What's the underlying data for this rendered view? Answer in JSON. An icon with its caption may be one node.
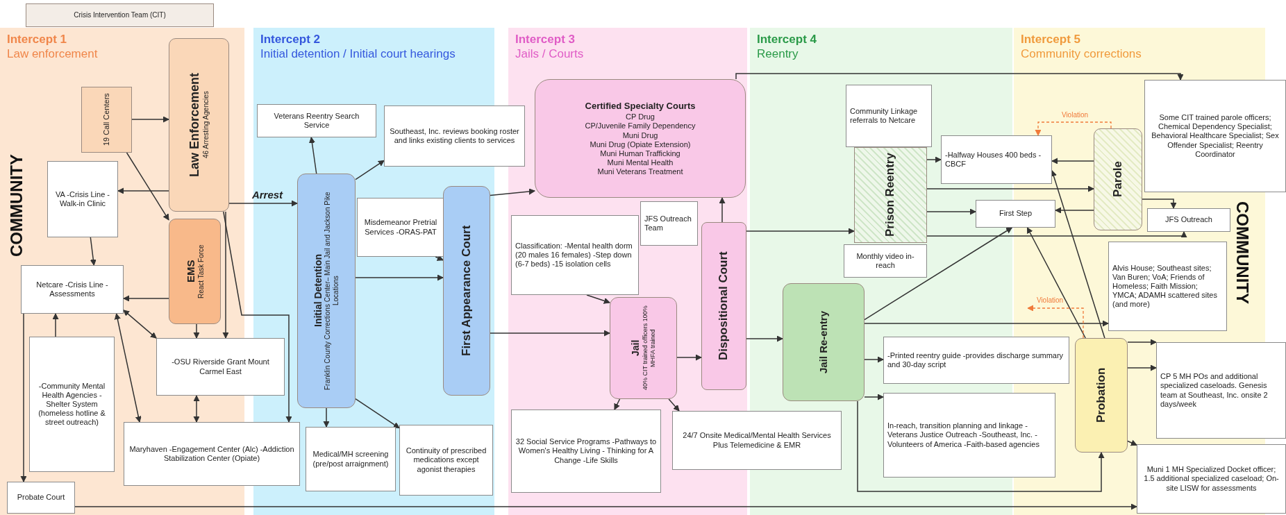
{
  "diagram": {
    "nodes": [
      {
        "text": [
          "Crisis Intervention Team (CIT)"
        ]
      },
      {
        "text": [
          "Intercept 1",
          "Law enforcement"
        ]
      },
      {
        "text": [
          "19 Call Centers"
        ],
        "in": 1
      },
      {
        "text": [
          "Law Enforcement",
          "46 Arresting Agencies"
        ],
        "in": 1
      },
      {
        "text": [
          "VA -Crisis Line -Walk-in Clinic"
        ],
        "in": 1
      },
      {
        "text": [
          "EMS",
          "React Task Force"
        ],
        "in": 1
      },
      {
        "text": [
          "Netcare -Crisis Line -Assessments"
        ],
        "in": 1
      },
      {
        "text": [
          "-Community Mental Health Agencies -Shelter System (homeless hotline & street outreach)"
        ],
        "in": 1
      },
      {
        "text": [
          "-OSU Riverside Grant Mount Carmel East"
        ]
      },
      {
        "text": [
          "Maryhaven -Engagement Center (Alc) -Addiction Stabilization Center (Opiate)"
        ]
      },
      {
        "text": [
          "Probate Court"
        ],
        "in": 1
      },
      {
        "text": [
          "Intercept 2",
          "Initial detention / Initial court hearings"
        ]
      },
      {
        "text": [
          "Veterans Reentry Search Service"
        ],
        "in": 11
      },
      {
        "text": [
          "Southeast, Inc. reviews booking roster and links existing clients to services"
        ]
      },
      {
        "text": [
          "Initial Detention",
          "Franklin County Corrections Center– Main Jail and Jackson Pike Locations"
        ],
        "in": 11
      },
      {
        "text": [
          "Misdemeanor Pretrial Services -ORAS-PAT"
        ],
        "in": 11
      },
      {
        "text": [
          "First Appearance Court"
        ],
        "in": 11
      },
      {
        "text": [
          "Medical/MH screening (pre/post arraignment)"
        ],
        "in": 11
      },
      {
        "text": [
          "Continuity of prescribed medications except agonist therapies"
        ],
        "in": 11
      },
      {
        "text": [
          "Intercept 3",
          "Jails / Courts"
        ]
      },
      {
        "text": [
          "Certified Specialty Courts",
          "CP Drug",
          "CP/Juvenile Family Dependency",
          "Muni Drug",
          "Muni Drug (Opiate Extension)",
          "Muni Human Trafficking",
          "Muni Mental Health",
          "Muni Veterans Treatment"
        ],
        "in": 19
      },
      {
        "text": [
          "JFS Outreach Team"
        ],
        "in": 19
      },
      {
        "text": [
          "Classification: -Mental health dorm (20 males 16 females) -Step down (6-7 beds) -15 isolation cells"
        ],
        "in": 19
      },
      {
        "text": [
          "Jail",
          "40% CIT trained officers 100% MHFA trained"
        ],
        "in": 19
      },
      {
        "text": [
          "Dispositional Court"
        ],
        "in": 19
      },
      {
        "text": [
          "32 Social Service Programs -Pathways to Women's Healthy Living - Thinking for A Change -Life Skills"
        ],
        "in": 19
      },
      {
        "text": [
          "24/7 Onsite Medical/Mental Health Services Plus Telemedicine & EMR"
        ]
      },
      {
        "text": [
          "Intercept 4",
          "Reentry"
        ]
      },
      {
        "text": [
          "Community Linkage referrals to Netcare"
        ],
        "in": 27
      },
      {
        "text": [
          "Prison Reentry"
        ],
        "in": 27
      },
      {
        "text": [
          "Monthly video in-reach"
        ],
        "in": 27
      },
      {
        "text": [
          "-Halfway Houses 400 beds -CBCF"
        ]
      },
      {
        "text": [
          "First Step"
        ]
      },
      {
        "text": [
          "Jail Re-entry"
        ],
        "in": 27
      },
      {
        "text": [
          "-Printed reentry guide -provides discharge summary and 30-day script"
        ]
      },
      {
        "text": [
          "In-reach, transition planning and linkage -Veterans Justice Outreach -Southeast, Inc. -Volunteers of America -Faith-based agencies"
        ]
      },
      {
        "text": [
          "Intercept 5",
          "Community corrections"
        ]
      },
      {
        "text": [
          "Parole"
        ],
        "in": 36
      },
      {
        "text": [
          "Some CIT trained parole officers; Chemical Dependency Specialist; Behavioral Healthcare Specialist; Sex Offender Specialist; Reentry Coordinator"
        ]
      },
      {
        "text": [
          "JFS Outreach"
        ],
        "in": 36
      },
      {
        "text": [
          "Alvis House; Southeast sites; Van Buren; VoA; Friends of Homeless; Faith Mission; YMCA; ADAMH scattered sites (and more)"
        ],
        "in": 36
      },
      {
        "text": [
          "Probation"
        ],
        "in": 36
      },
      {
        "text": [
          "CP 5 MH POs and additional specialized caseloads. Genesis team at Southeast, Inc. onsite 2 days/week"
        ]
      },
      {
        "text": [
          "Muni 1 MH Specialized Docket officer; 1.5 additional specialized caseload; On-site LISW for assessments"
        ]
      }
    ],
    "edges": [
      {
        "from": 2,
        "to": 3,
        "arrow": "to"
      },
      {
        "from": 2,
        "to": 5,
        "arrow": "to"
      },
      {
        "from": 3,
        "to": 4,
        "arrow": "to"
      },
      {
        "from": 4,
        "to": 6,
        "arrow": "to"
      },
      {
        "from": 5,
        "to": 6,
        "arrow": "to"
      },
      {
        "from": 3,
        "to": 14,
        "arrow": "to",
        "label": "Arrest"
      },
      {
        "from": 5,
        "to": 8,
        "arrow": "to"
      },
      {
        "from": 3,
        "to": 8,
        "arrow": "to"
      },
      {
        "from": 3,
        "to": 9,
        "arrow": "to"
      },
      {
        "from": 6,
        "to": 8,
        "arrow": "both"
      },
      {
        "from": 6,
        "to": 9,
        "arrow": "both"
      },
      {
        "from": 8,
        "to": 9,
        "arrow": "both"
      },
      {
        "from": 7,
        "to": 6,
        "arrow": "to"
      },
      {
        "from": 6,
        "to": 10,
        "arrow": "to"
      },
      {
        "from": 10,
        "to": 43,
        "arrow": "to"
      },
      {
        "from": 14,
        "to": 12,
        "arrow": "to"
      },
      {
        "from": 14,
        "to": 13,
        "arrow": "to"
      },
      {
        "from": 15,
        "to": 16,
        "arrow": "to"
      },
      {
        "from": 14,
        "to": 16,
        "arrow": "to"
      },
      {
        "from": 14,
        "to": 17,
        "arrow": "to"
      },
      {
        "from": 14,
        "to": 18,
        "arrow": "to"
      },
      {
        "from": 16,
        "to": 20,
        "arrow": "to"
      },
      {
        "from": 16,
        "to": 23,
        "arrow": "to"
      },
      {
        "from": 22,
        "to": 23,
        "arrow": "to"
      },
      {
        "from": 23,
        "to": 24,
        "arrow": "to"
      },
      {
        "from": 23,
        "to": 25,
        "arrow": "to"
      },
      {
        "from": 23,
        "to": 26,
        "arrow": "to"
      },
      {
        "from": 24,
        "to": 20,
        "arrow": "to"
      },
      {
        "from": 24,
        "to": 33,
        "arrow": "to"
      },
      {
        "from": 24,
        "to": 29,
        "arrow": "to"
      },
      {
        "from": 20,
        "to": 38,
        "arrow": "to"
      },
      {
        "from": 29,
        "to": 31,
        "arrow": "to"
      },
      {
        "from": 29,
        "to": 37,
        "arrow": "to"
      },
      {
        "from": 29,
        "to": 32,
        "arrow": "to"
      },
      {
        "from": 29,
        "to": 39,
        "arrow": "to"
      },
      {
        "from": 37,
        "to": 31,
        "arrow": "to"
      },
      {
        "from": 37,
        "to": 32,
        "arrow": "to"
      },
      {
        "from": 37,
        "to": 39,
        "arrow": "to"
      },
      {
        "from": 37,
        "to": 31,
        "arrow": "to",
        "label": "Violation",
        "style": "dashed",
        "color": "#f07a3a"
      },
      {
        "from": 33,
        "to": 32,
        "arrow": "to"
      },
      {
        "from": 33,
        "to": 34,
        "arrow": "to"
      },
      {
        "from": 33,
        "to": 35,
        "arrow": "to"
      },
      {
        "from": 33,
        "to": 40,
        "arrow": "to"
      },
      {
        "from": 33,
        "to": 41,
        "arrow": "to"
      },
      {
        "from": 41,
        "to": 32,
        "arrow": "to"
      },
      {
        "from": 41,
        "to": 31,
        "arrow": "to"
      },
      {
        "from": 41,
        "to": null,
        "arrow": "to",
        "label": "Violation",
        "style": "dashed",
        "color": "#f07a3a"
      },
      {
        "from": 41,
        "to": 42,
        "arrow": "to"
      },
      {
        "from": 41,
        "to": 42,
        "arrow": "to"
      },
      {
        "from": 41,
        "to": 43,
        "arrow": "to"
      }
    ],
    "labels": [
      "COMMUNITY",
      "COMMUNITY"
    ]
  }
}
